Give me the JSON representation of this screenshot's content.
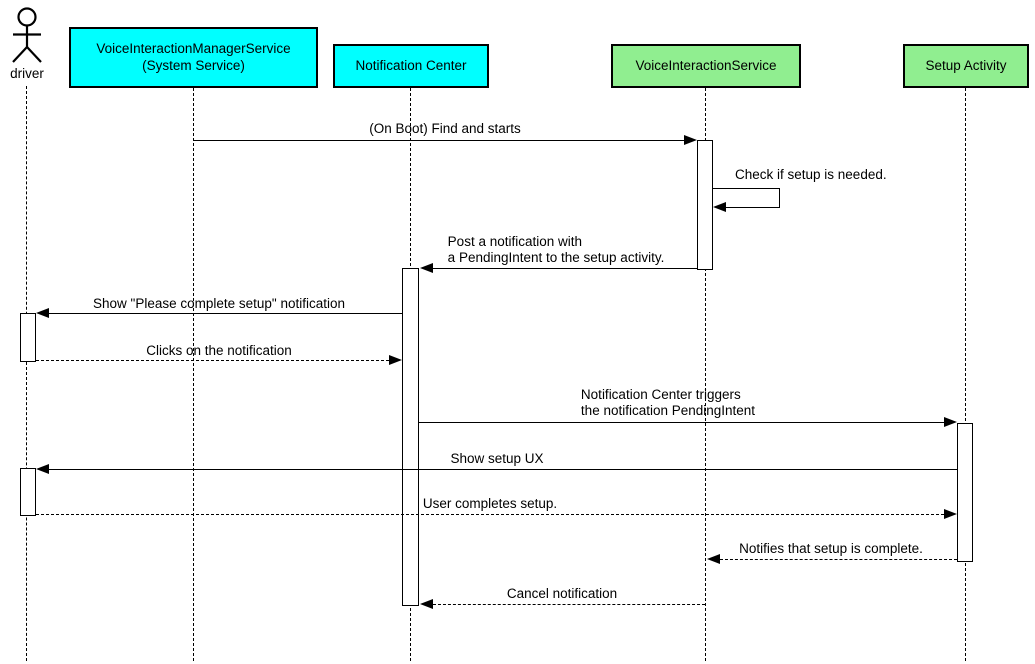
{
  "colors": {
    "participant_cyan": "#00ffff",
    "participant_green": "#90ee90",
    "line_black": "#000000",
    "background": "#ffffff"
  },
  "participants": [
    {
      "id": "driver",
      "kind": "actor",
      "label": "driver"
    },
    {
      "id": "voice-interaction-manager-service",
      "kind": "box",
      "color": "cyan",
      "label": "VoiceInteractionManagerService\n(System Service)"
    },
    {
      "id": "notification-center",
      "kind": "box",
      "color": "cyan",
      "label": "Notification Center"
    },
    {
      "id": "voice-interaction-service",
      "kind": "box",
      "color": "green",
      "label": "VoiceInteractionService"
    },
    {
      "id": "setup-activity",
      "kind": "box",
      "color": "green",
      "label": "Setup Activity"
    }
  ],
  "messages": [
    {
      "label": "(On Boot) Find and starts",
      "from": "VoiceInteractionManagerService (System Service)",
      "to": "VoiceInteractionService",
      "line": "solid"
    },
    {
      "label": "Check if setup is needed.",
      "from": "VoiceInteractionService",
      "to": "VoiceInteractionService",
      "line": "solid",
      "self_message": true
    },
    {
      "label": "Post a notification with\na PendingIntent to the setup activity.",
      "from": "VoiceInteractionService",
      "to": "Notification Center",
      "line": "solid"
    },
    {
      "label": "Show \"Please complete setup\" notification",
      "from": "Notification Center",
      "to": "driver",
      "line": "solid"
    },
    {
      "label": "Clicks on the notification",
      "from": "driver",
      "to": "Notification Center",
      "line": "dashed"
    },
    {
      "label": "Notification Center triggers\nthe notification PendingIntent",
      "from": "Notification Center",
      "to": "Setup Activity",
      "line": "solid"
    },
    {
      "label": "Show setup UX",
      "from": "Setup Activity",
      "to": "driver",
      "line": "solid"
    },
    {
      "label": "User completes setup.",
      "from": "driver",
      "to": "Setup Activity",
      "line": "dashed"
    },
    {
      "label": "Notifies that setup is complete.",
      "from": "Setup Activity",
      "to": "VoiceInteractionService",
      "line": "dashed"
    },
    {
      "label": "Cancel notification",
      "from": "VoiceInteractionService",
      "to": "Notification Center",
      "line": "dashed"
    }
  ]
}
